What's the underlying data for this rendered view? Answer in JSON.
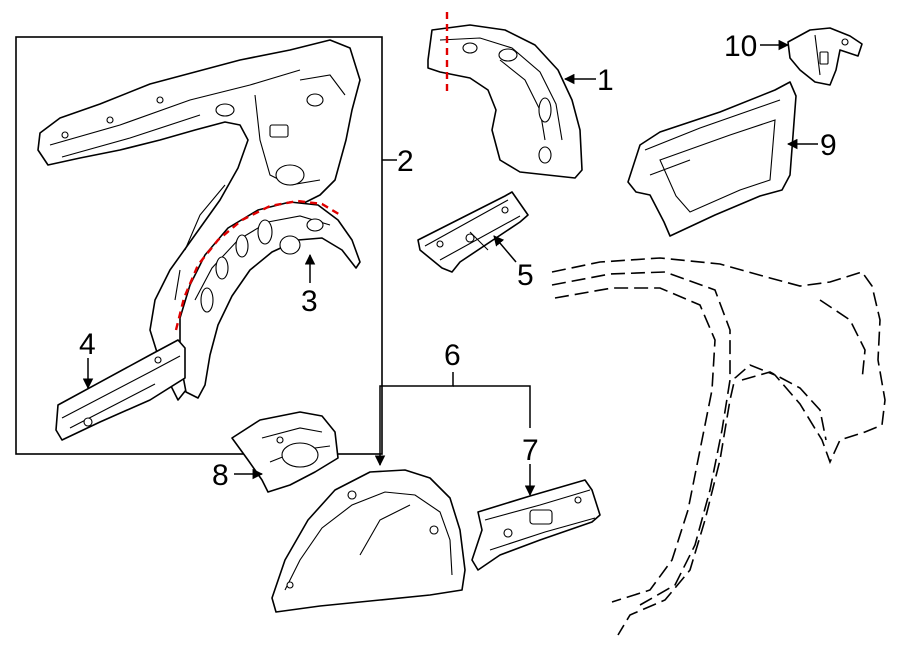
{
  "callouts": [
    {
      "id": "1",
      "label": "1"
    },
    {
      "id": "2",
      "label": "2"
    },
    {
      "id": "3",
      "label": "3"
    },
    {
      "id": "4",
      "label": "4"
    },
    {
      "id": "5",
      "label": "5"
    },
    {
      "id": "6",
      "label": "6"
    },
    {
      "id": "7",
      "label": "7"
    },
    {
      "id": "8",
      "label": "8"
    },
    {
      "id": "9",
      "label": "9"
    },
    {
      "id": "10",
      "label": "10"
    }
  ],
  "colors": {
    "line": "#000000",
    "cut_line": "#e00000",
    "background": "#ffffff"
  }
}
